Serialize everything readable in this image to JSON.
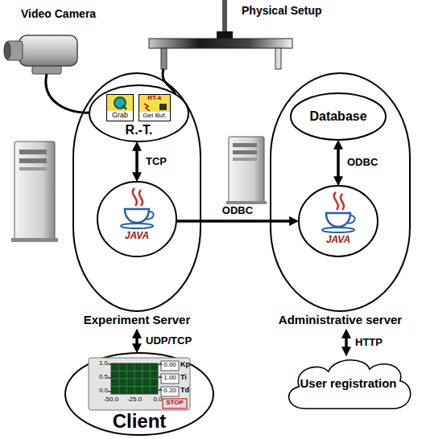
{
  "diagram": {
    "nodes": [
      {
        "text": [
          "Experiment Server"
        ]
      },
      {
        "text": [
          "R.-T."
        ],
        "in": 0
      },
      {
        "text": [
          "Grab"
        ],
        "in": 1
      },
      {
        "text": [
          "RT-k",
          "Get Buf."
        ],
        "in": 1
      },
      {
        "text": [
          "JAVA"
        ],
        "in": 0
      },
      {
        "text": [
          "Administrative server"
        ]
      },
      {
        "text": [
          "Database"
        ],
        "in": 5
      },
      {
        "text": [
          "JAVA"
        ],
        "in": 5
      },
      {
        "text": [
          "Client"
        ]
      },
      {
        "text": [
          "User registration"
        ]
      }
    ],
    "edges": [
      {
        "from": 1,
        "to": 4,
        "arrow": "both",
        "label": "TCP"
      },
      {
        "from": 4,
        "to": 7,
        "arrow": "to",
        "label": "ODBC"
      },
      {
        "from": 6,
        "to": 7,
        "arrow": "both",
        "label": "ODBC"
      },
      {
        "from": 0,
        "to": 8,
        "arrow": "both",
        "label": "UDP/TCP"
      },
      {
        "from": 5,
        "to": 9,
        "arrow": "both",
        "label": "HTTP"
      }
    ],
    "labels": [
      "Video Camera",
      "Physical Setup",
      "1.0",
      "0.5",
      "0.0",
      "-50.0",
      "-25.0",
      "0.0",
      "0.00",
      "Kp",
      "1.00",
      "Ti",
      "0.20",
      "Td",
      "STOP"
    ]
  }
}
